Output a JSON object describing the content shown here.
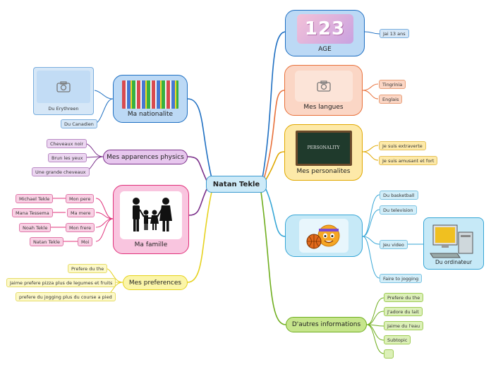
{
  "center": "Natan Tekle",
  "right": {
    "age": {
      "label": "AGE",
      "badge": "123",
      "children": [
        "Jai 13 ans"
      ]
    },
    "langues": {
      "label": "Mes langues",
      "children": [
        "Tingrinia",
        "Englais"
      ]
    },
    "personalites": {
      "label": "Mes personalites",
      "board_text": "PERSONALITY",
      "children": [
        "Je suis extraverte",
        "Je suis amusant et fort"
      ]
    },
    "hobbies": {
      "children": [
        "Du basketball",
        "Du television",
        "Jeu video",
        "Faire to jogging"
      ],
      "ordinateur": "Du ordinateur"
    },
    "autres": {
      "label": "D'autres informations",
      "children": [
        "Prefere du the",
        "J'adore du lait",
        "Jaime du l'eau",
        "Subtopic",
        ""
      ]
    }
  },
  "left": {
    "nationalite": {
      "label": "Ma nationalite",
      "children": [
        "Du Erythreen",
        "Du Canadien"
      ]
    },
    "apparences": {
      "label": "Mes apparences physics",
      "children": [
        "Cheveaux noir",
        "Brun les yeux",
        "Une grande cheveaux"
      ]
    },
    "famille": {
      "label": "Ma famille",
      "relations": [
        {
          "role": "Mon pere",
          "name": "Michael Tekle"
        },
        {
          "role": "Ma mere",
          "name": "Mana Tessema"
        },
        {
          "role": "Mon frere",
          "name": "Noah Tekle"
        },
        {
          "role": "Moi",
          "name": "Natan Tekle"
        }
      ]
    },
    "preferences": {
      "label": "Mes preferences",
      "children": [
        "Prefere du the",
        "Jaime prefere pizza plus de legumes et fruits",
        "prefere du jogging plus du course a pied"
      ]
    }
  },
  "colors": {
    "blue": "#1e6fc2",
    "orange": "#e8703a",
    "gold": "#e0a800",
    "cyan": "#36a6d6",
    "green": "#6fae1e",
    "purple": "#7a2f8a",
    "pink": "#e0307a",
    "yellow": "#e6d21e"
  }
}
